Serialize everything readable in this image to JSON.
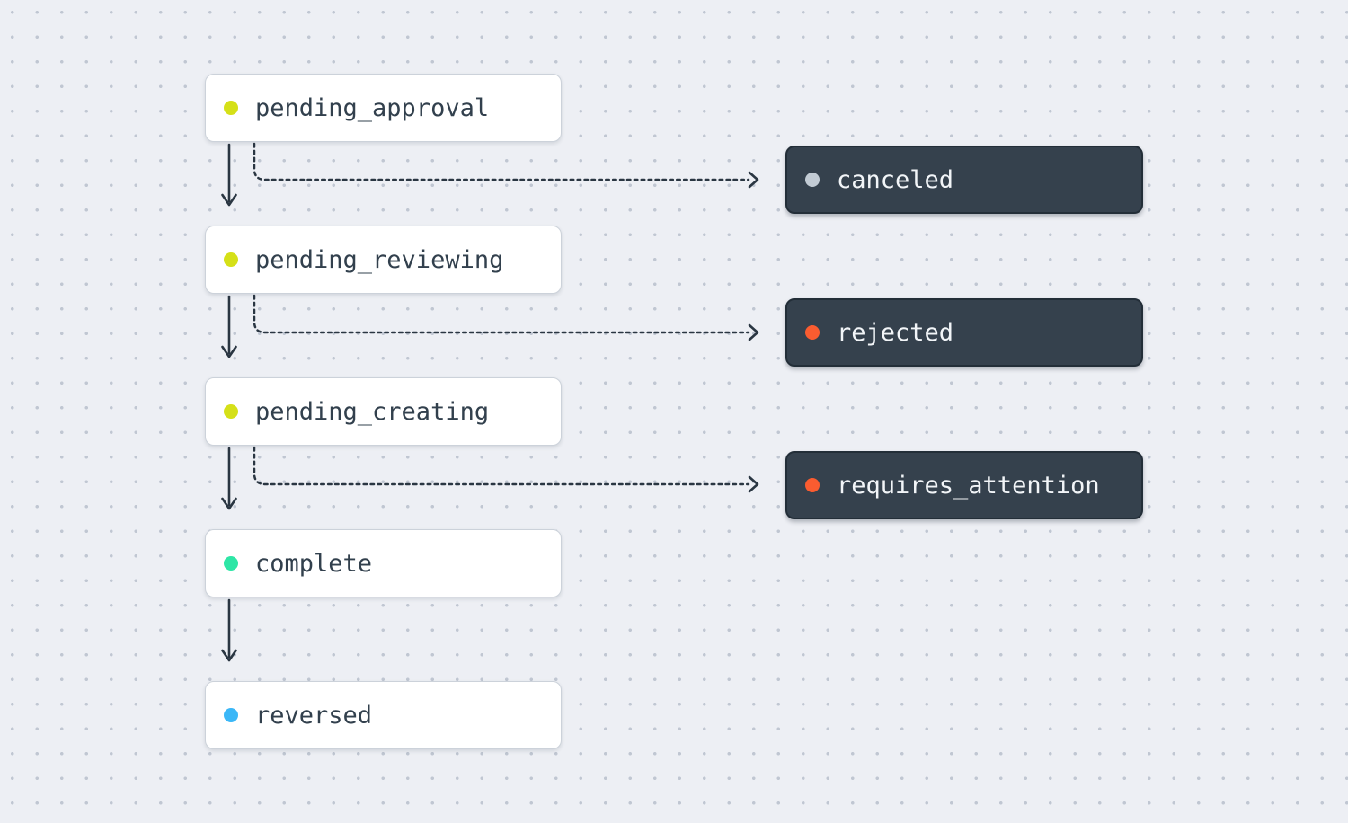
{
  "diagram": {
    "type": "state-flow",
    "nodes": [
      {
        "id": "pending_approval",
        "label": "pending_approval",
        "variant": "light",
        "dot_color": "#d5e018"
      },
      {
        "id": "canceled",
        "label": "canceled",
        "variant": "dark",
        "dot_color": "#c2cbd4"
      },
      {
        "id": "pending_reviewing",
        "label": "pending_reviewing",
        "variant": "light",
        "dot_color": "#d5e018"
      },
      {
        "id": "rejected",
        "label": "rejected",
        "variant": "dark",
        "dot_color": "#fa5c30"
      },
      {
        "id": "pending_creating",
        "label": "pending_creating",
        "variant": "light",
        "dot_color": "#d5e018"
      },
      {
        "id": "requires_attention",
        "label": "requires_attention",
        "variant": "dark",
        "dot_color": "#fa5c30"
      },
      {
        "id": "complete",
        "label": "complete",
        "variant": "light",
        "dot_color": "#2ee6a6"
      },
      {
        "id": "reversed",
        "label": "reversed",
        "variant": "light",
        "dot_color": "#3bb7f7"
      }
    ],
    "edges": [
      {
        "from": "pending_approval",
        "to": "pending_reviewing",
        "style": "solid"
      },
      {
        "from": "pending_approval",
        "to": "canceled",
        "style": "dashed"
      },
      {
        "from": "pending_reviewing",
        "to": "pending_creating",
        "style": "solid"
      },
      {
        "from": "pending_reviewing",
        "to": "rejected",
        "style": "dashed"
      },
      {
        "from": "pending_creating",
        "to": "complete",
        "style": "solid"
      },
      {
        "from": "pending_creating",
        "to": "requires_attention",
        "style": "dashed"
      },
      {
        "from": "complete",
        "to": "reversed",
        "style": "solid"
      }
    ],
    "colors": {
      "background": "#edeff4",
      "grid_dot": "#c3c9d4",
      "light_card_bg": "#ffffff",
      "light_card_border": "#ccd2da",
      "light_card_text": "#32404d",
      "dark_card_bg": "#35414d",
      "dark_card_border": "#232e38",
      "dark_card_text": "#f2f5f8",
      "arrow": "#2a3642"
    }
  }
}
